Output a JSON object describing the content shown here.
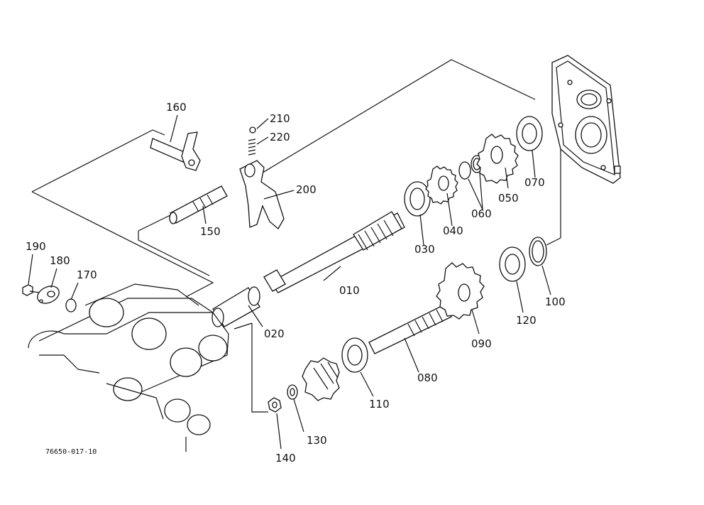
{
  "diagram": {
    "reference_code": "76650-017-10",
    "callouts": [
      {
        "id": "p010",
        "label": "010"
      },
      {
        "id": "p020",
        "label": "020"
      },
      {
        "id": "p030",
        "label": "030"
      },
      {
        "id": "p040",
        "label": "040"
      },
      {
        "id": "p050",
        "label": "050"
      },
      {
        "id": "p060",
        "label": "060"
      },
      {
        "id": "p070",
        "label": "070"
      },
      {
        "id": "p080",
        "label": "080"
      },
      {
        "id": "p090",
        "label": "090"
      },
      {
        "id": "p100",
        "label": "100"
      },
      {
        "id": "p110",
        "label": "110"
      },
      {
        "id": "p120",
        "label": "120"
      },
      {
        "id": "p130",
        "label": "130"
      },
      {
        "id": "p140",
        "label": "140"
      },
      {
        "id": "p150",
        "label": "150"
      },
      {
        "id": "p160",
        "label": "160"
      },
      {
        "id": "p170",
        "label": "170"
      },
      {
        "id": "p180",
        "label": "180"
      },
      {
        "id": "p190",
        "label": "190"
      },
      {
        "id": "p200",
        "label": "200"
      },
      {
        "id": "p210",
        "label": "210"
      },
      {
        "id": "p220",
        "label": "220"
      }
    ]
  }
}
